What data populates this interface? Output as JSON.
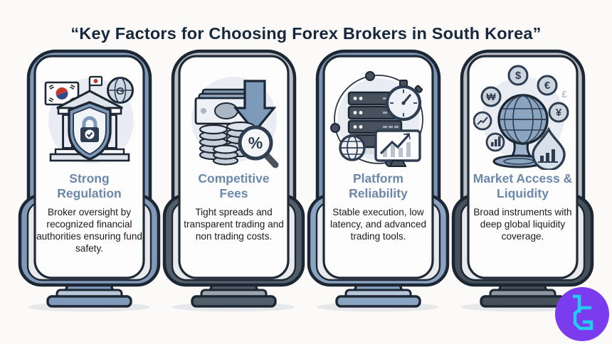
{
  "title": "“Key Factors for Choosing Forex Brokers in South Korea”",
  "cards": [
    {
      "heading": "Strong Regulation",
      "body": "Broker oversight by recognized financial authorities ensuring fund safety.",
      "icon": "bank-shield-regulation-icon"
    },
    {
      "heading": "Competitive Fees",
      "body": "Tight spreads and transparent trading and non trading costs.",
      "icon": "money-arrow-percent-icon"
    },
    {
      "heading": "Platform Reliability",
      "body": "Stable execution, low latency, and advanced trading tools.",
      "icon": "server-stopwatch-chart-icon"
    },
    {
      "heading": "Market Access & Liquidity",
      "body": "Broad instruments with deep global liquidity coverage.",
      "icon": "globe-liquidity-icon"
    }
  ],
  "icon_glyphs": {
    "won": "₩",
    "dollar": "$",
    "euro": "€",
    "yen": "¥",
    "pound": "£",
    "percent": "%",
    "globe_g": "G"
  },
  "colors": {
    "title": "#16293c",
    "heading": "#6b87aa",
    "frame_blue": "#8099b8",
    "frame_gray": "#babec5",
    "shell_slate": "#525e6a",
    "shell_slate_dark": "#46515b",
    "shell_blue_light": "#8aa3c0",
    "logo_purple": "#7b3bee",
    "logo_cyan": "#24ccf2"
  }
}
